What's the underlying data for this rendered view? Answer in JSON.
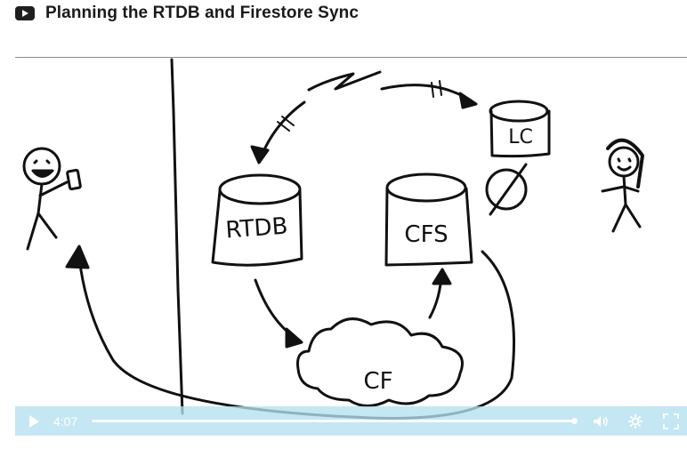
{
  "header": {
    "title": "Planning the RTDB and Firestore Sync",
    "icon": "video-icon"
  },
  "video": {
    "whiteboard_labels": {
      "rtdb": "RTDB",
      "cfs": "CFS",
      "lc": "LC",
      "cf": "CF"
    },
    "controls": {
      "time": "4:07",
      "progress": 1.0,
      "icons": [
        "play-icon",
        "volume-icon",
        "settings-icon",
        "fullscreen-icon"
      ]
    }
  }
}
